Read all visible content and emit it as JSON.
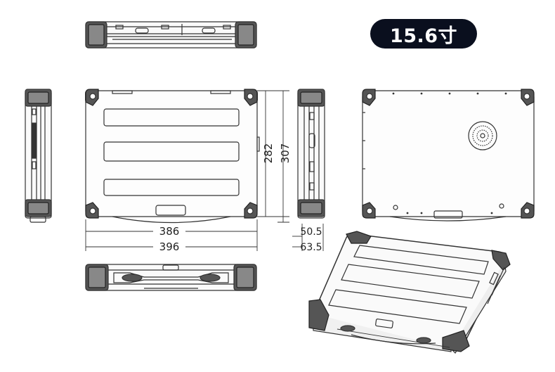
{
  "badge": {
    "size_label": "15.6寸"
  },
  "dimensions": {
    "inner_width": "386",
    "outer_width": "396",
    "inner_height": "282",
    "outer_height": "307",
    "inner_depth": "50.5",
    "outer_depth": "63.5"
  },
  "colors": {
    "line": "#333333",
    "badge_bg": "#0a0f1e",
    "badge_text": "#ffffff"
  }
}
